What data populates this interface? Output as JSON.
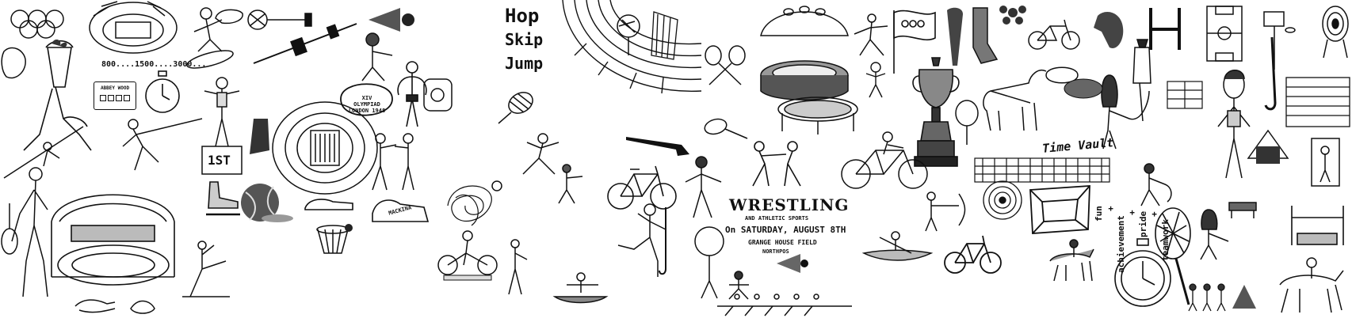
{
  "texts": {
    "distances": "800....1500....3000...",
    "abbey": "ABBEY WOOD",
    "olympiad": "XIV OLYMPIAD LONDON 1948",
    "hop": "Hop",
    "skip": "Skip",
    "jump": "Jump",
    "first_place": "1ST",
    "wrestling_title": "WRESTLING",
    "wrestling_sub": "AND ATHLETIC SPORTS",
    "wrestling_date": "On SATURDAY, AUGUST 8TH",
    "wrestling_venue": "GRANGE HOUSE FIELD",
    "wrestling_town": "NORTHPOS",
    "time_vault": "Time Vault",
    "fun": "fun",
    "plus1": "+",
    "achievement": "achievement",
    "plus2": "+",
    "pride": "pride",
    "plus3": "+",
    "teamwork": "teamwork",
    "shoe_label": "MACKINA"
  },
  "colors": {
    "ink": "#111111",
    "paper": "#ffffff",
    "shade": "#777777"
  }
}
